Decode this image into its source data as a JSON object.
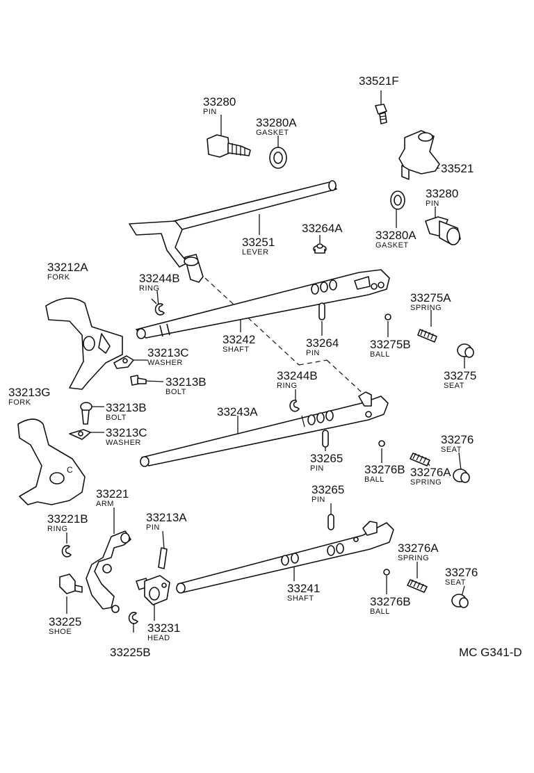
{
  "parts": {
    "p33521F": {
      "num": "33521F"
    },
    "p33280_top": {
      "num": "33280",
      "name": "PIN"
    },
    "p33280A_top": {
      "num": "33280A",
      "name": "GASKET"
    },
    "p33521": {
      "num": "33521"
    },
    "p33280_right": {
      "num": "33280",
      "name": "PIN"
    },
    "p33280A_right": {
      "num": "33280A",
      "name": "GASKET"
    },
    "p33264A": {
      "num": "33264A"
    },
    "p33251": {
      "num": "33251",
      "name": "LEVER"
    },
    "p33212A": {
      "num": "33212A",
      "name": "FORK"
    },
    "p33244B_1": {
      "num": "33244B",
      "name": "RING"
    },
    "p33275A": {
      "num": "33275A",
      "name": "SPRING"
    },
    "p33242": {
      "num": "33242",
      "name": "SHAFT"
    },
    "p33264": {
      "num": "33264",
      "name": "PIN"
    },
    "p33275B": {
      "num": "33275B",
      "name": "BALL"
    },
    "p33213C_1": {
      "num": "33213C",
      "name": "WASHER"
    },
    "p33275": {
      "num": "33275",
      "name": "SEAT"
    },
    "p33213B_1": {
      "num": "33213B",
      "name": "BOLT"
    },
    "p33244B_2": {
      "num": "33244B",
      "name": "RING"
    },
    "p33213G": {
      "num": "33213G",
      "name": "FORK"
    },
    "p33213B_2": {
      "num": "33213B",
      "name": "BOLT"
    },
    "p33243A": {
      "num": "33243A"
    },
    "p33213C_2": {
      "num": "33213C",
      "name": "WASHER"
    },
    "p33276_1": {
      "num": "33276",
      "name": "SEAT"
    },
    "p33265_1": {
      "num": "33265",
      "name": "PIN"
    },
    "p33276B_1": {
      "num": "33276B",
      "name": "BALL"
    },
    "p33276A_1": {
      "num": "33276A",
      "name": "SPRING"
    },
    "p33221": {
      "num": "33221",
      "name": "ARM"
    },
    "p33265_2": {
      "num": "33265",
      "name": "PIN"
    },
    "p33213A": {
      "num": "33213A",
      "name": "PIN"
    },
    "p33221B": {
      "num": "33221B",
      "name": "RING"
    },
    "p33276A_2": {
      "num": "33276A",
      "name": "SPRING"
    },
    "p33276_2": {
      "num": "33276",
      "name": "SEAT"
    },
    "p33241": {
      "num": "33241",
      "name": "SHAFT"
    },
    "p33276B_2": {
      "num": "33276B",
      "name": "BALL"
    },
    "p33225": {
      "num": "33225",
      "name": "SHOE"
    },
    "p33231": {
      "num": "33231",
      "name": "HEAD"
    },
    "p33225B": {
      "num": "33225B"
    }
  },
  "diagram_code": "MC G341-D"
}
